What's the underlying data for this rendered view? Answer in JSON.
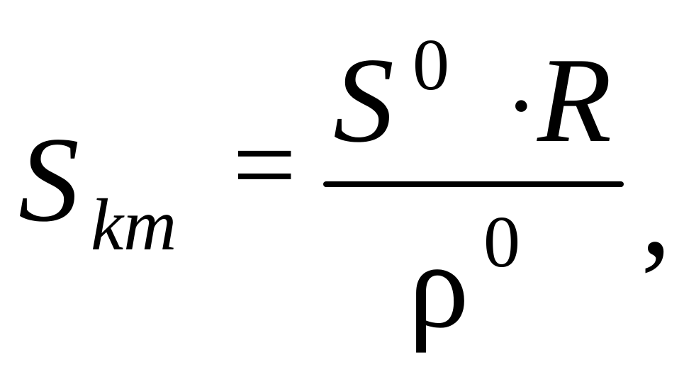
{
  "formula": {
    "lhs": {
      "variable": "S",
      "subscript": "km"
    },
    "equals": "=",
    "numerator": {
      "variable": "S",
      "superscript": "0",
      "operator": "·",
      "variable2": "R"
    },
    "denominator": {
      "variable": "ρ",
      "superscript": "0"
    },
    "trailing": ","
  }
}
